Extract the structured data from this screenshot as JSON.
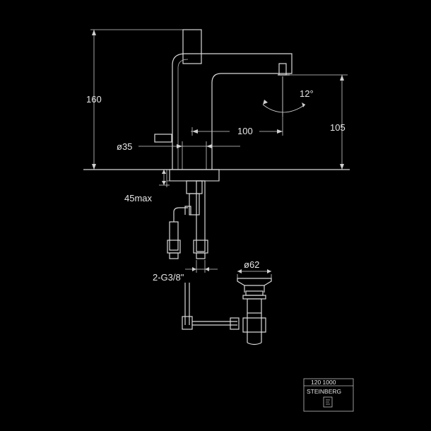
{
  "dimensions": {
    "height_total": "160",
    "height_spout": "105",
    "reach": "100",
    "swivel_angle": "12°",
    "base_diameter": "ø35",
    "max_thickness": "45max",
    "connection": "2-G3/8\"",
    "waste_diameter": "ø62"
  },
  "title_block": {
    "code": "120 1000",
    "brand": "STEINBERG"
  },
  "colors": {
    "background": "#000000",
    "line": "#d8d8d8"
  }
}
